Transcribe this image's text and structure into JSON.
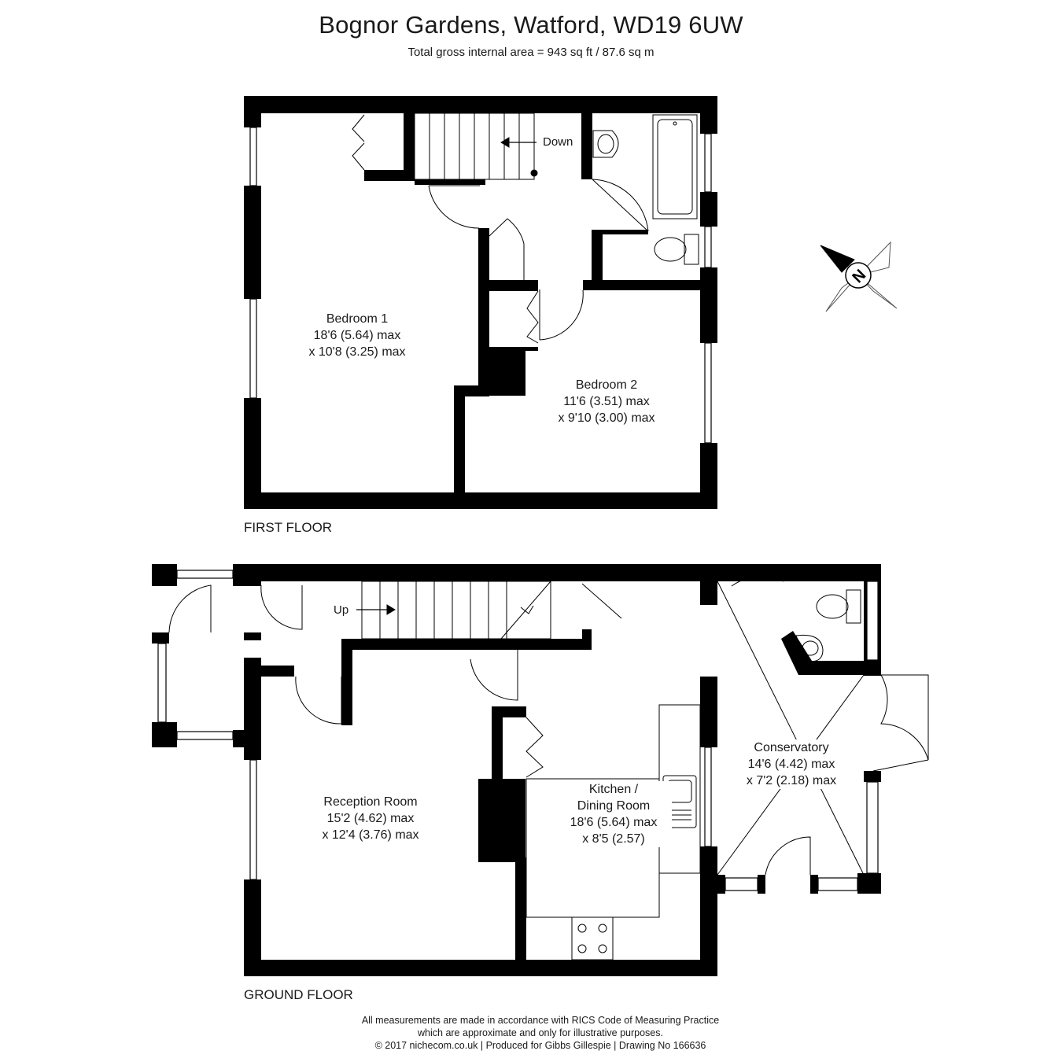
{
  "header": {
    "title": "Bognor Gardens, Watford, WD19 6UW",
    "area": "Total gross internal area =  943 sq ft / 87.6 sq m"
  },
  "first_floor": {
    "label": "FIRST FLOOR",
    "rooms": [
      {
        "name": "Bedroom 1",
        "dims1": "18'6 (5.64) max",
        "dims2": "x 10'8 (3.25) max"
      },
      {
        "name": "Bedroom 2",
        "dims1": "11'6 (3.51) max",
        "dims2": "x 9'10 (3.00) max"
      }
    ],
    "stairs_label": "Down"
  },
  "ground_floor": {
    "label": "GROUND FLOOR",
    "rooms": [
      {
        "name": "Reception Room",
        "dims1": "15'2 (4.62) max",
        "dims2": "x 12'4 (3.76) max"
      },
      {
        "name": "Kitchen /",
        "name2": "Dining Room",
        "dims1": "18'6 (5.64) max",
        "dims2": "x 8'5 (2.57)"
      },
      {
        "name": "Conservatory",
        "dims1": "14'6 (4.42) max",
        "dims2": "x 7'2 (2.18) max"
      }
    ],
    "stairs_label": "Up"
  },
  "compass": {
    "letter": "N"
  },
  "footer": {
    "line1": "All measurements are made in accordance with RICS Code of Measuring Practice",
    "line2": "which are approximate and only for illustrative purposes.",
    "line3": "© 2017 nichecom.co.uk  |  Produced for Gibbs Gillespie  |  Drawing No 166636"
  },
  "colors": {
    "wall": "#000000",
    "window": "#ffffff",
    "text": "#1a1a1a"
  }
}
